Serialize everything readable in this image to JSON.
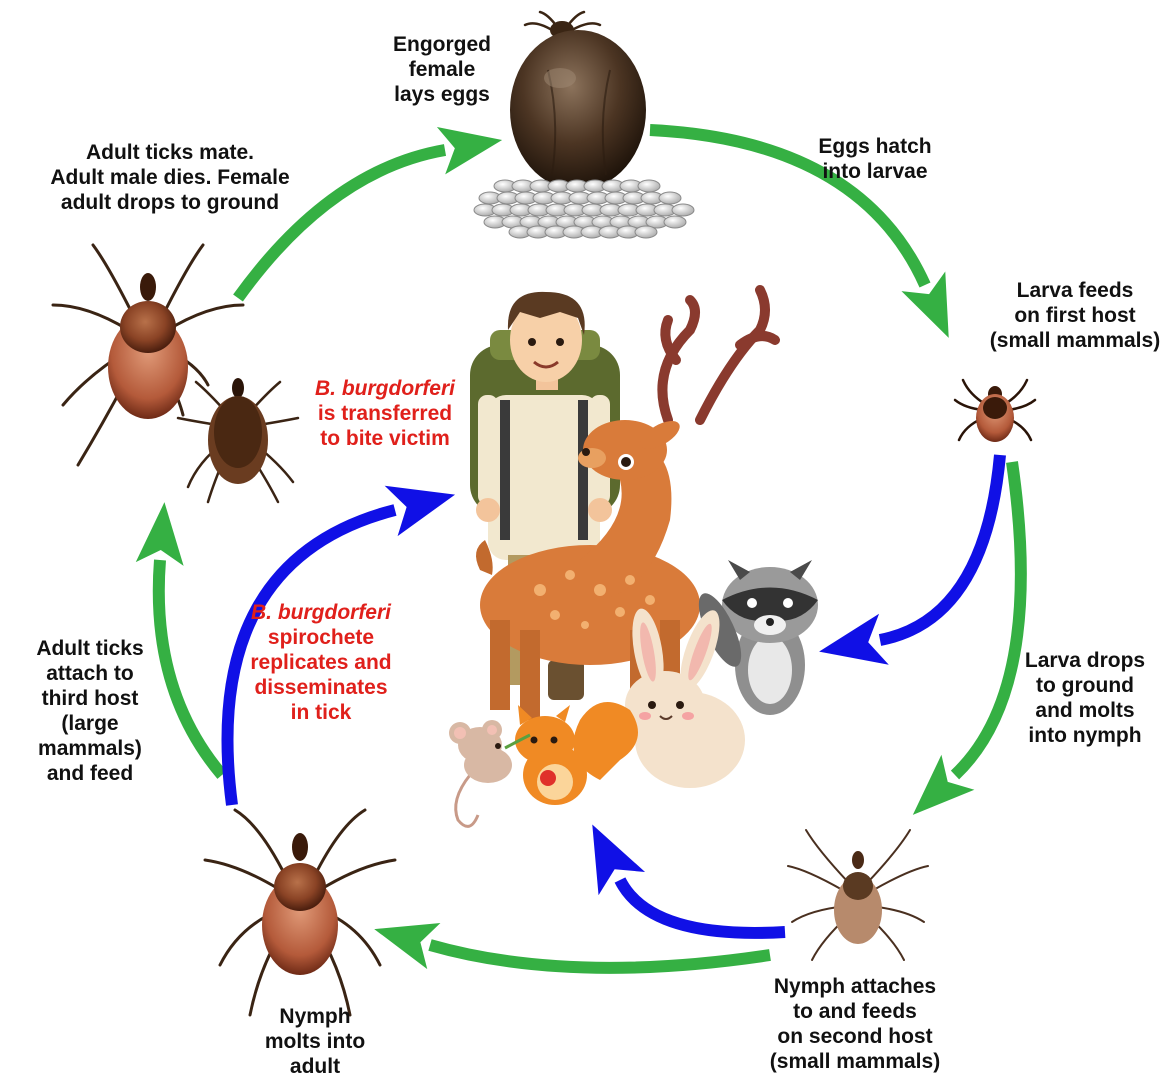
{
  "colors": {
    "cycle_arrow": "#35b043",
    "transmission_arrow": "#1010e6",
    "highlight_text": "#e0201b",
    "tick_body": "#7a3a1e",
    "tick_abdomen": "#b45a3a",
    "egg": "#cfcfcf"
  },
  "stages": [
    {
      "id": "engorged-female",
      "lines": [
        "Engorged",
        "female",
        "lays eggs"
      ]
    },
    {
      "id": "eggs-hatch",
      "lines": [
        "Eggs hatch",
        "into larvae"
      ]
    },
    {
      "id": "larva-feeds",
      "lines": [
        "Larva feeds",
        "on first host",
        "(small mammals)"
      ]
    },
    {
      "id": "larva-drops",
      "lines": [
        "Larva drops",
        "to ground",
        "and molts",
        "into nymph"
      ]
    },
    {
      "id": "nymph-attaches",
      "lines": [
        "Nymph attaches",
        "to and feeds",
        "on second host",
        "(small mammals)"
      ]
    },
    {
      "id": "nymph-molts",
      "lines": [
        "Nymph",
        "molts into",
        "adult"
      ]
    },
    {
      "id": "adult-attach",
      "lines": [
        "Adult ticks",
        "attach to",
        "third host",
        "(large",
        "mammals)",
        "and feed"
      ]
    },
    {
      "id": "adult-mate",
      "lines": [
        "Adult ticks mate.",
        "Adult male dies. Female",
        "adult drops to ground"
      ]
    }
  ],
  "bacteria_notes": {
    "transferred": {
      "italic": "B. burgdorferi",
      "lines": [
        "is transferred",
        "to bite victim"
      ]
    },
    "replicates": {
      "italic": "B. burgdorferi",
      "lines": [
        "spirochete",
        "replicates and",
        "disseminates",
        "in tick"
      ]
    }
  },
  "icons": [
    "engorged-tick-icon",
    "tick-eggs-icon",
    "larva-tick-icon",
    "nymph-tick-icon",
    "adult-female-tick-icon",
    "adult-male-tick-icon",
    "hiker-icon",
    "deer-icon",
    "raccoon-icon",
    "rabbit-icon",
    "squirrel-icon",
    "mouse-icon"
  ]
}
